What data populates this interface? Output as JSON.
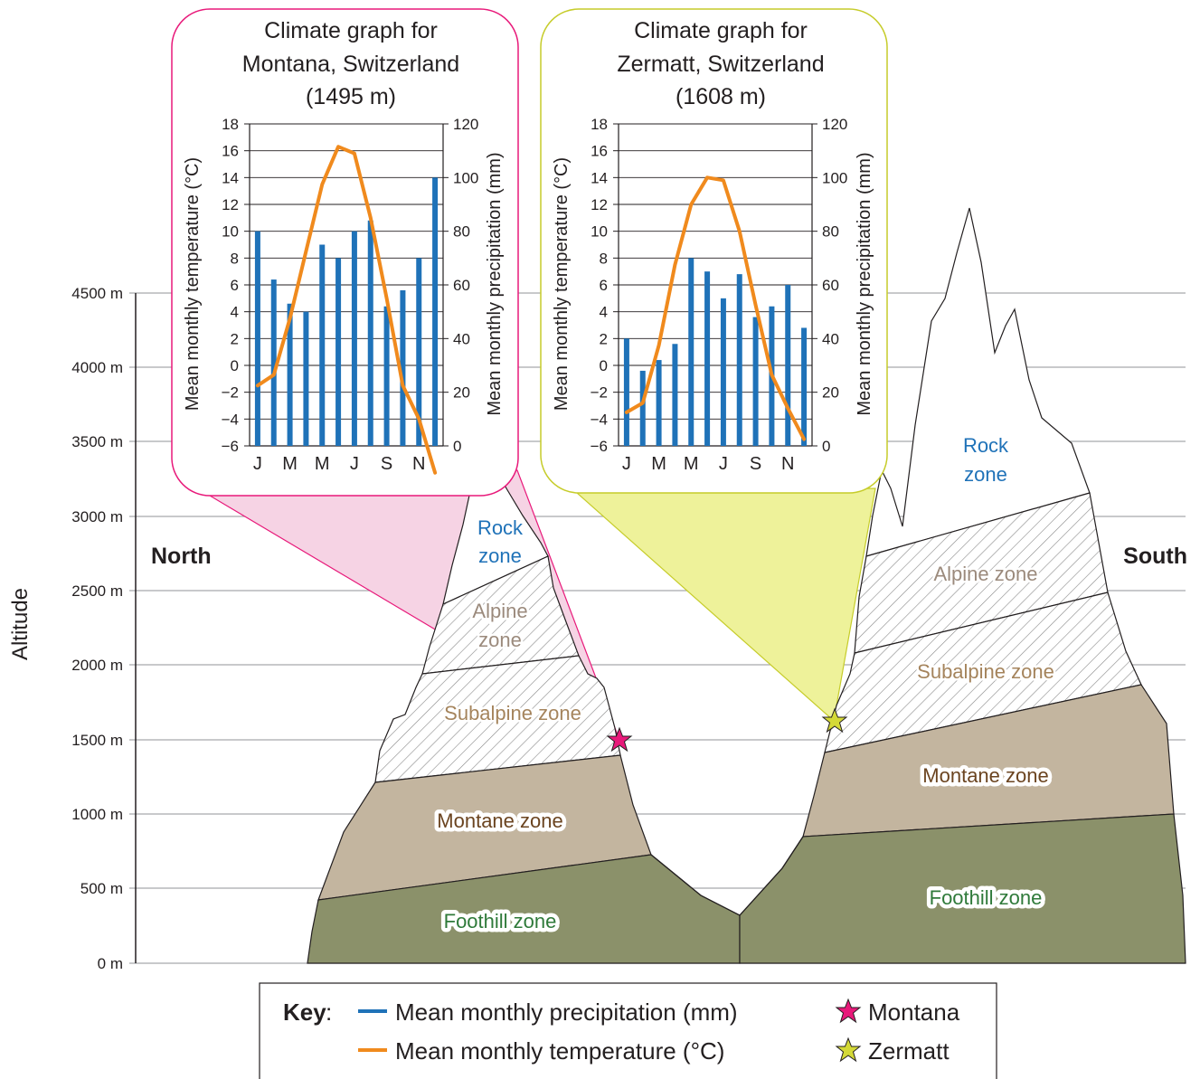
{
  "diagram": {
    "y_axis_title": "Altitude",
    "altitude_labels": [
      "0 m",
      "500 m",
      "1000 m",
      "1500 m",
      "2000 m",
      "2500 m",
      "3000 m",
      "3500 m",
      "4000 m",
      "4500 m"
    ],
    "north_label": "North",
    "south_label": "South",
    "zones": {
      "north": {
        "rock_line1": "Rock",
        "rock_line2": "zone",
        "alpine_line1": "Alpine",
        "alpine_line2": "zone",
        "subalpine": "Subalpine zone",
        "montane": "Montane zone",
        "foothill": "Foothill zone"
      },
      "south": {
        "rock_line1": "Rock",
        "rock_line2": "zone",
        "alpine": "Alpine zone",
        "subalpine": "Subalpine zone",
        "montane": "Montane zone",
        "foothill": "Foothill zone"
      }
    },
    "colors": {
      "rock_text": "#1f72b8",
      "alpine_text": "#9b8a7c",
      "subalpine_text": "#a5845c",
      "montane_fill": "#c3b59f",
      "montane_text": "#6b4420",
      "foothill_fill": "#8b916a",
      "foothill_text": "#2f7a3a",
      "montana_color": "#e8197a",
      "zermatt_color": "#d4d937",
      "precip_color": "#1f72b8",
      "temp_color": "#f08a1d"
    },
    "key": {
      "title": "Key",
      "precip": "Mean monthly precipitation (mm)",
      "temp": "Mean monthly temperature (°C)",
      "montana": "Montana",
      "zermatt": "Zermatt"
    }
  },
  "chart_data": [
    {
      "type": "bar+line",
      "title_lines": [
        "Climate graph for",
        "Montana, Switzerland",
        "(1495 m)"
      ],
      "ylabel_left": "Mean monthly temperature (°C)",
      "ylabel_right": "Mean monthly precipitation (mm)",
      "month_labels": [
        "J",
        "M",
        "M",
        "J",
        "S",
        "N"
      ],
      "left_ticks": [
        18,
        16,
        14,
        12,
        10,
        8,
        6,
        4,
        2,
        0,
        "−2",
        "−4",
        "−6"
      ],
      "right_ticks": [
        120,
        100,
        80,
        60,
        40,
        20,
        0
      ],
      "left_range": [
        -6,
        18
      ],
      "right_range": [
        0,
        120
      ],
      "precipitation_mm": [
        80,
        62,
        53,
        50,
        75,
        70,
        80,
        84,
        52,
        58,
        70,
        100
      ],
      "temperature_c": [
        -1.5,
        -0.7,
        3.5,
        8.5,
        13.5,
        16.3,
        15.8,
        11,
        5,
        -1.5,
        -4,
        -8
      ]
    },
    {
      "type": "bar+line",
      "title_lines": [
        "Climate graph for",
        "Zermatt, Switzerland",
        "(1608 m)"
      ],
      "ylabel_left": "Mean monthly temperature (°C)",
      "ylabel_right": "Mean monthly precipitation (mm)",
      "month_labels": [
        "J",
        "M",
        "M",
        "J",
        "S",
        "N"
      ],
      "left_ticks": [
        18,
        16,
        14,
        12,
        10,
        8,
        6,
        4,
        2,
        0,
        "−2",
        "−4",
        "−6"
      ],
      "right_ticks": [
        120,
        100,
        80,
        60,
        40,
        20,
        0
      ],
      "left_range": [
        -6,
        18
      ],
      "right_range": [
        0,
        120
      ],
      "precipitation_mm": [
        40,
        28,
        32,
        38,
        70,
        65,
        55,
        64,
        48,
        52,
        60,
        44
      ],
      "temperature_c": [
        -3.5,
        -2.8,
        1.5,
        7.5,
        12,
        14,
        13.8,
        10,
        4.5,
        -0.7,
        -3.2,
        -5.5
      ]
    }
  ]
}
